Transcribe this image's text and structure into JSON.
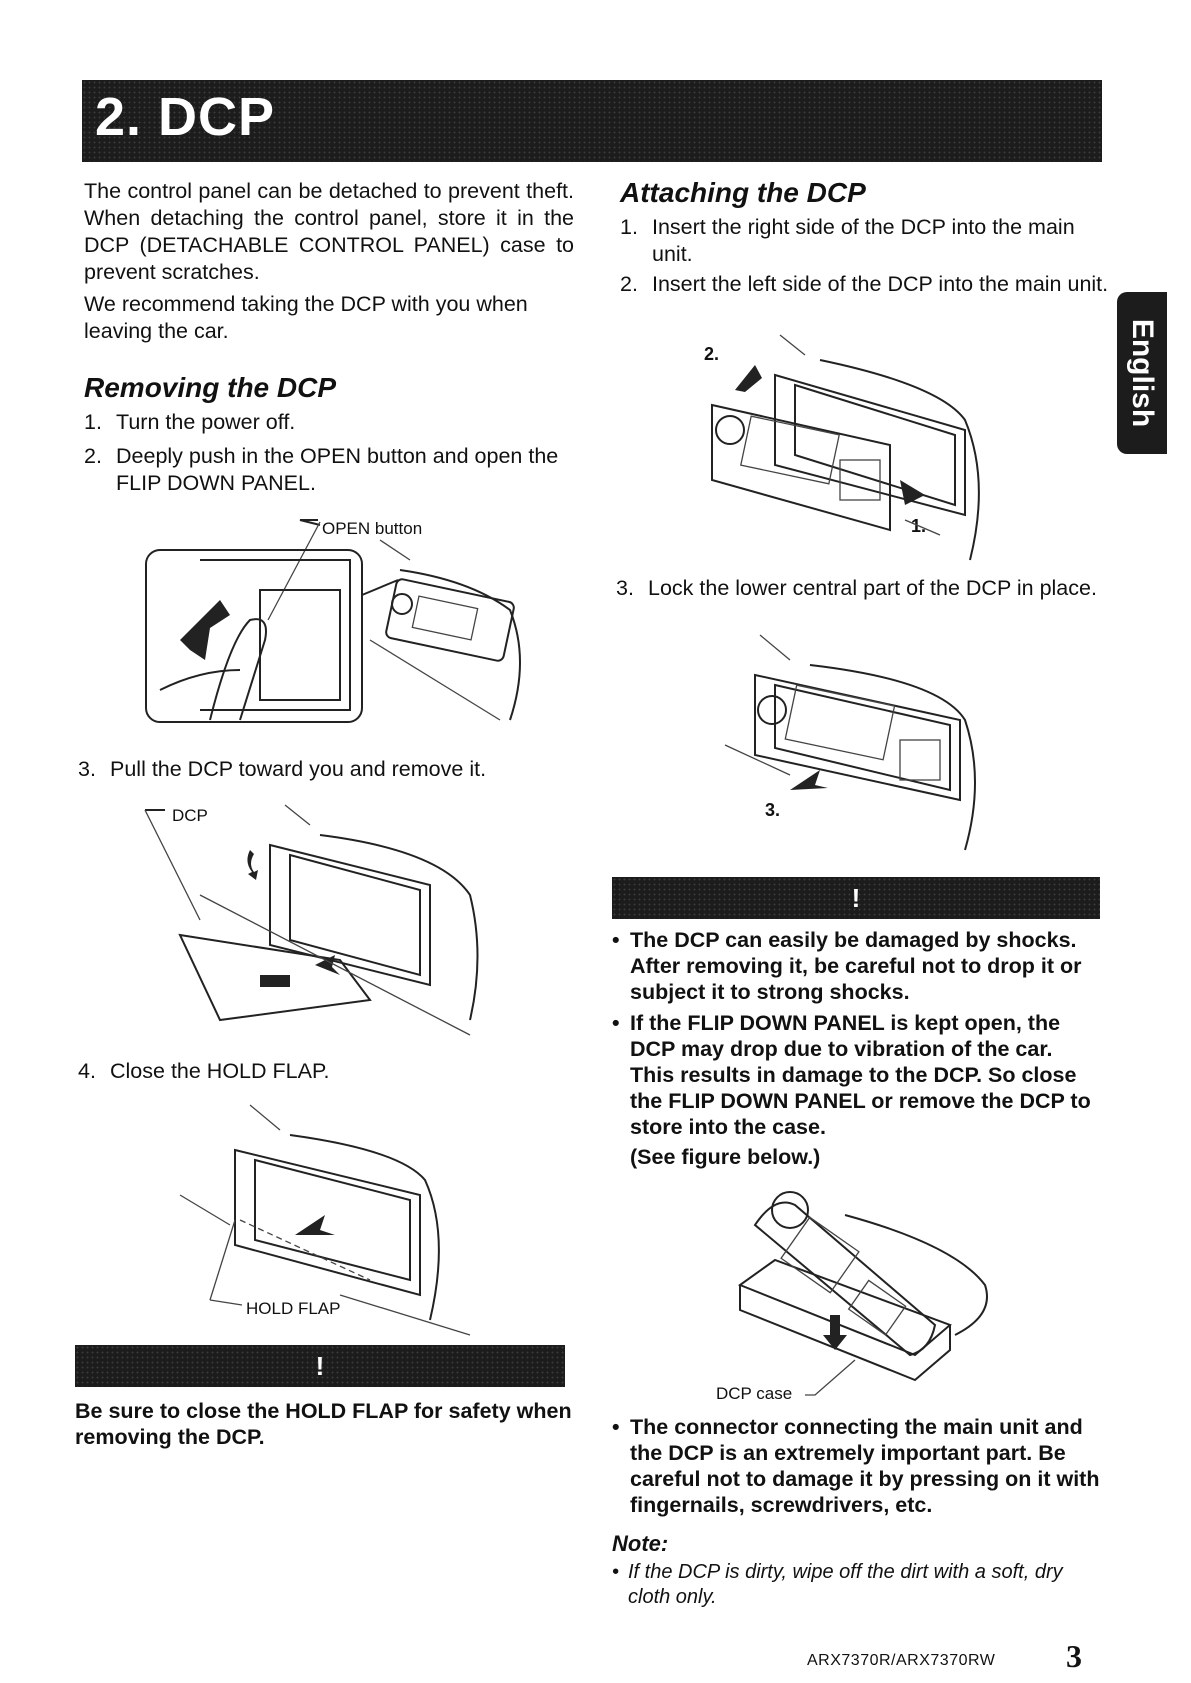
{
  "header": {
    "title": "2. DCP"
  },
  "intro": {
    "p1": "The control panel can be detached to prevent theft. When detaching the control panel, store it in the DCP (DETACHABLE CONTROL PANEL) case to prevent scratches.",
    "p2": "We recommend taking the DCP with you when leaving the car."
  },
  "removing": {
    "title": "Removing the DCP",
    "steps": [
      {
        "num": "1.",
        "text": "Turn the power off."
      },
      {
        "num": "2.",
        "text": "Deeply push in the OPEN button and open the FLIP DOWN PANEL."
      },
      {
        "num": "3.",
        "text": "Pull the DCP toward you and remove it."
      },
      {
        "num": "4.",
        "text": "Close the HOLD FLAP."
      }
    ],
    "fig_labels": {
      "open_button": "OPEN button",
      "dcp": "DCP",
      "hold_flap": "HOLD FLAP"
    }
  },
  "caution_left": {
    "mark": "!",
    "text": "Be sure to close the HOLD FLAP for safety when removing the DCP."
  },
  "attaching": {
    "title": "Attaching the DCP",
    "steps": [
      {
        "num": "1.",
        "text": "Insert the right side of the DCP into the main unit."
      },
      {
        "num": "2.",
        "text": "Insert the left side of the DCP into the main unit."
      },
      {
        "num": "3.",
        "text": "Lock the lower central part of the DCP in place."
      }
    ],
    "fig_labels": {
      "n1": "1.",
      "n2": "2.",
      "n3": "3."
    }
  },
  "caution_right": {
    "mark": "!",
    "bullets": [
      "The DCP can easily be damaged by shocks. After removing it, be careful not to drop it or subject it to strong shocks.",
      "If the FLIP DOWN PANEL is kept open, the DCP may drop due to vibration of the car. This results in damage to the DCP. So close the FLIP DOWN PANEL or remove the DCP to store into the case."
    ],
    "see_figure": "(See figure below.)",
    "case_label": "DCP case",
    "bullet3": "The connector connecting the main unit and the DCP is an extremely important part. Be careful not to damage it by pressing on it with fingernails, screwdrivers, etc."
  },
  "note": {
    "title": "Note:",
    "text": "If the DCP is dirty, wipe off the dirt with a soft, dry cloth only."
  },
  "side_tab": {
    "label": "English"
  },
  "footer": {
    "model": "ARX7370R/ARX7370RW",
    "page": "3"
  }
}
